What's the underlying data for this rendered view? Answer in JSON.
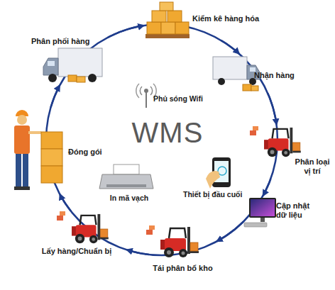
{
  "diagram": {
    "nodes": [
      {
        "text": [
          "Kiểm kê hàng hóa"
        ]
      },
      {
        "text": [
          "Nhận hàng"
        ]
      },
      {
        "text": [
          "Phân loại vị trí"
        ]
      },
      {
        "text": [
          "Cập nhật dữ liệu"
        ]
      },
      {
        "text": [
          "Tái phân bổ kho"
        ]
      },
      {
        "text": [
          "Lấy hàng/Chuẩn bị"
        ]
      },
      {
        "text": [
          "Đóng gói"
        ]
      },
      {
        "text": [
          "Phân phối hàng"
        ]
      }
    ],
    "edges": [
      {
        "from": 0,
        "to": 1,
        "arrow": "to"
      },
      {
        "from": 1,
        "to": 2,
        "arrow": "to"
      },
      {
        "from": 2,
        "to": 3,
        "arrow": "to"
      },
      {
        "from": 3,
        "to": 4,
        "arrow": "to"
      },
      {
        "from": 4,
        "to": 5,
        "arrow": "to"
      },
      {
        "from": 5,
        "to": 6,
        "arrow": "to"
      },
      {
        "from": 6,
        "to": 7,
        "arrow": "to"
      },
      {
        "from": 7,
        "to": 0,
        "arrow": "to"
      }
    ],
    "labels": [
      "Phủ sóng Wifi",
      "WMS",
      "Thiết bị đầu cuối",
      "In mã vạch"
    ]
  }
}
